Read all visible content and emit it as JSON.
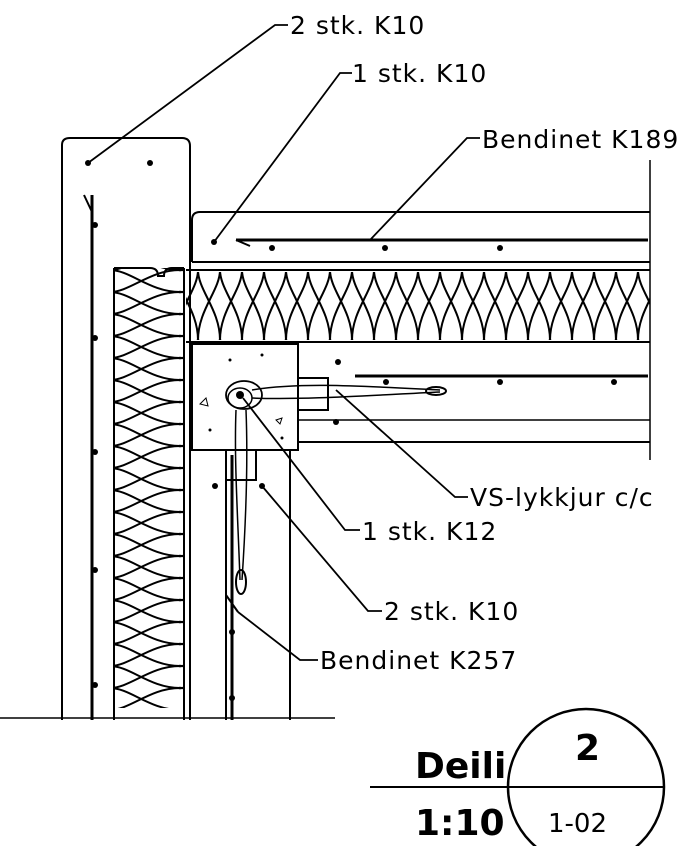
{
  "annotations": {
    "rebar_top_left": "2 stk. K10",
    "rebar_top_slab": "1 stk. K10",
    "mesh_slab": "Bendinet K189",
    "loop_connector": "VS-lykkjur c/c",
    "rebar_corner": "1 stk. K12",
    "rebar_inner": "2 stk. K10",
    "mesh_wall": "Bendinet K257"
  },
  "title_block": {
    "label": "Deili",
    "scale": "1:10",
    "detail_number": "2",
    "sheet_ref": "1-02"
  }
}
